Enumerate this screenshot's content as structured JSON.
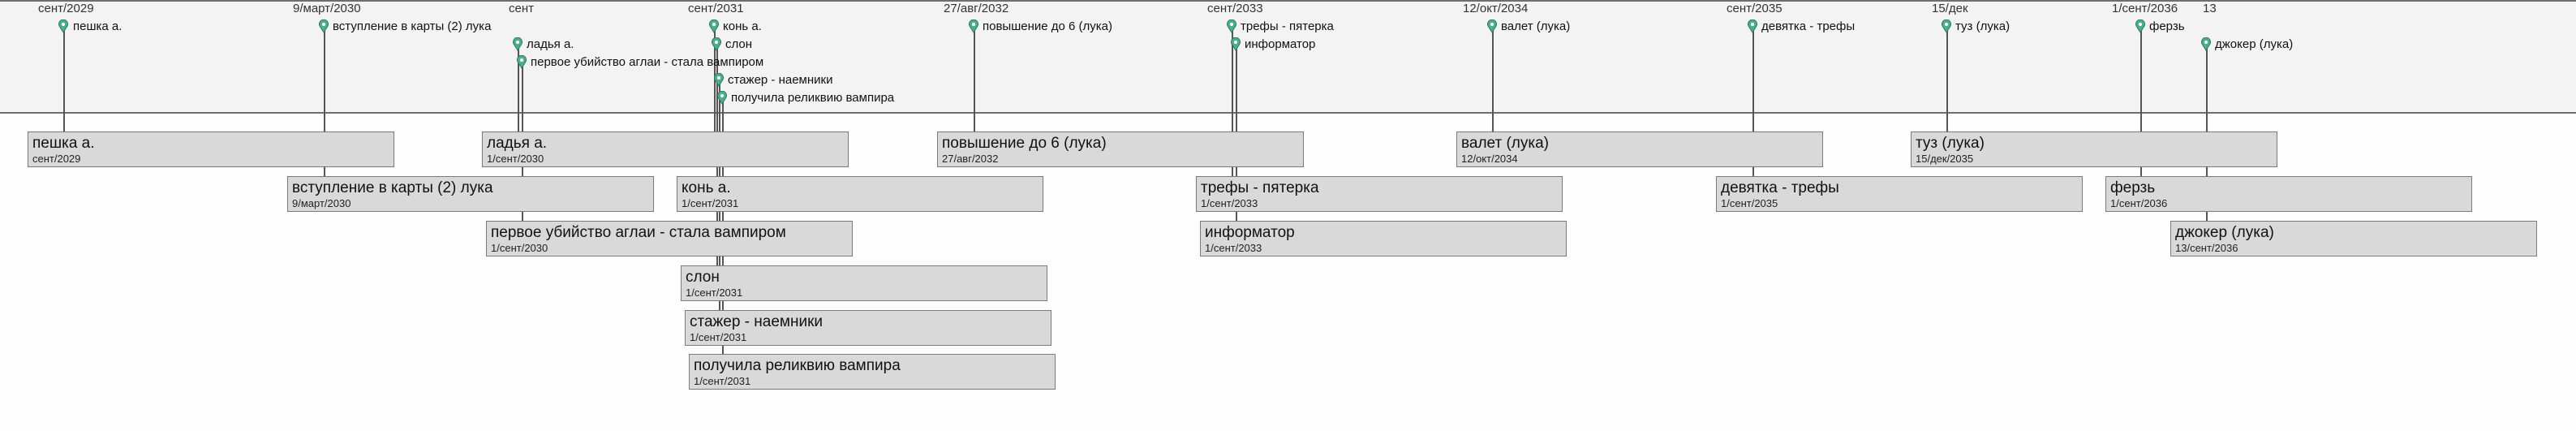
{
  "axis_labels": [
    "сент/2029",
    "9/март/2030",
    "сент",
    "сент/2031",
    "27/авг/2032",
    "сент/2033",
    "12/окт/2034",
    "сент/2035",
    "15/дек",
    "1/сент/2036",
    "13"
  ],
  "markers": [
    "пешка а.",
    "вступление в карты (2) лука",
    "ладья а.",
    "первое убийство аглаи - стала вампиром",
    "конь а.",
    "слон",
    "стажер - наемники",
    "получила реликвию вампира",
    "повышение до 6 (лука)",
    "трефы - пятерка",
    "информатор",
    "валет (лука)",
    "девятка - трефы",
    "туз (лука)",
    "ферзь",
    "джокер (лука)"
  ],
  "events": [
    {
      "title": "пешка а.",
      "date": "сент/2029"
    },
    {
      "title": "вступление в карты (2) лука",
      "date": "9/март/2030"
    },
    {
      "title": "ладья а.",
      "date": "1/сент/2030"
    },
    {
      "title": "первое убийство аглаи - стала вампиром",
      "date": "1/сент/2030"
    },
    {
      "title": "конь а.",
      "date": "1/сент/2031"
    },
    {
      "title": "слон",
      "date": "1/сент/2031"
    },
    {
      "title": "стажер - наемники",
      "date": "1/сент/2031"
    },
    {
      "title": "получила реликвию вампира",
      "date": "1/сент/2031"
    },
    {
      "title": "повышение до 6 (лука)",
      "date": "27/авг/2032"
    },
    {
      "title": "трефы - пятерка",
      "date": "1/сент/2033"
    },
    {
      "title": "информатор",
      "date": "1/сент/2033"
    },
    {
      "title": "валет (лука)",
      "date": "12/окт/2034"
    },
    {
      "title": "девятка - трефы",
      "date": "1/сент/2035"
    },
    {
      "title": "туз (лука)",
      "date": "15/дек/2035"
    },
    {
      "title": "ферзь",
      "date": "1/сент/2036"
    },
    {
      "title": "джокер (лука)",
      "date": "13/сент/2036"
    }
  ],
  "colors": {
    "marker": "#4fae8a",
    "box_fill": "#d9d9d9",
    "line": "#555555"
  }
}
